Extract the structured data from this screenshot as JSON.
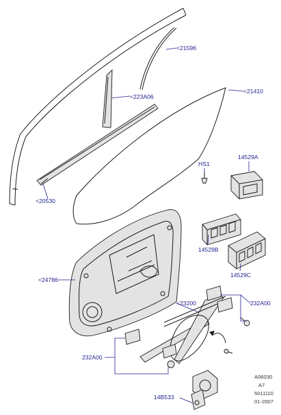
{
  "diagram": {
    "callouts": {
      "c21596": "<21596",
      "c223a06": "<223A06",
      "c21410": "<21410",
      "c20530": "<20530",
      "c14529a": "14529A",
      "chs1": "HS1",
      "c14529b": "14529B",
      "c14529c": "14529C",
      "c24786": "<24786",
      "c23200": "<23200",
      "c232a00_right": "232A00",
      "c232a00_left": "232A00",
      "c14b533": "14B533"
    },
    "reference_block": {
      "line1": "A06030",
      "line2": "A7",
      "line3": "5011110",
      "line4": "01-2007"
    }
  }
}
